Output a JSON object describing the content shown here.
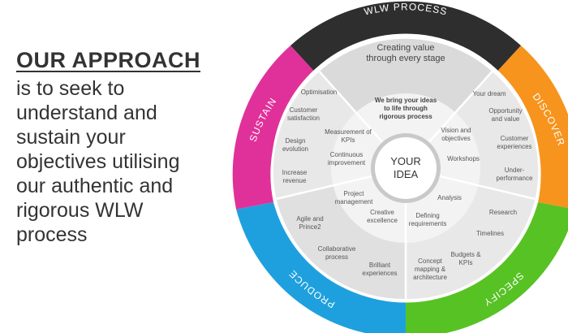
{
  "intro": {
    "heading": "OUR APPROACH",
    "lines": [
      "is to seek to",
      "understand and",
      "sustain your",
      "objectives utilising",
      "our authentic and",
      "rigorous WLW",
      "process"
    ]
  },
  "wheel": {
    "title": "WLW PROCESS",
    "center": [
      "YOUR",
      "IDEA"
    ],
    "top_segment": [
      "Creating value",
      "through every stage"
    ],
    "inner_top": [
      "We bring your ideas",
      "to life through",
      "rigorous process"
    ],
    "phases": {
      "discover": "DISCOVER",
      "specify": "SPECIFY",
      "produce": "PRODUCE",
      "sustain": "SUSTAIN"
    },
    "discover_outer": {
      "dream": "Your dream",
      "opportunity": [
        "Opportunity",
        "and value"
      ],
      "customer_exp": [
        "Customer",
        "experiences"
      ],
      "under_perf": [
        "Under-",
        "performance"
      ]
    },
    "discover_inner": {
      "vision": [
        "Vision and",
        "objectives"
      ],
      "workshops": "Workshops"
    },
    "specify_outer": {
      "research": "Research",
      "timelines": "Timelines",
      "budgets": [
        "Budgets &",
        "KPIs"
      ],
      "concept": [
        "Concept",
        "mapping &",
        "architecture"
      ]
    },
    "specify_inner": {
      "analysis": "Analysis",
      "defining": [
        "Defining",
        "requirements"
      ]
    },
    "produce_outer": {
      "agile": [
        "Agile and",
        "Prince2"
      ],
      "collab": [
        "Collaborative",
        "process"
      ],
      "brilliant": [
        "Brilliant",
        "experiences"
      ]
    },
    "produce_inner": {
      "project": [
        "Project",
        "management"
      ],
      "creative": [
        "Creative",
        "excellence"
      ]
    },
    "sustain_outer": {
      "optimisation": "Optimisation",
      "satisfaction": [
        "Customer",
        "satisfaction"
      ],
      "design": [
        "Design",
        "evolution"
      ],
      "revenue": [
        "Increase",
        "revenue"
      ]
    },
    "sustain_inner": {
      "measurement": [
        "Measurement of",
        "KPIs"
      ],
      "continuous": [
        "Continuous",
        "improvement"
      ]
    },
    "colors": {
      "title_band": "#2e2e2e",
      "discover": "#f7941d",
      "specify": "#57c224",
      "produce": "#1fa0de",
      "sustain": "#e0319a",
      "segment_light": "#e8e8e8",
      "segment_mid": "#dadada",
      "segment_inner": "#f3f3f3",
      "text": "#555555"
    }
  }
}
